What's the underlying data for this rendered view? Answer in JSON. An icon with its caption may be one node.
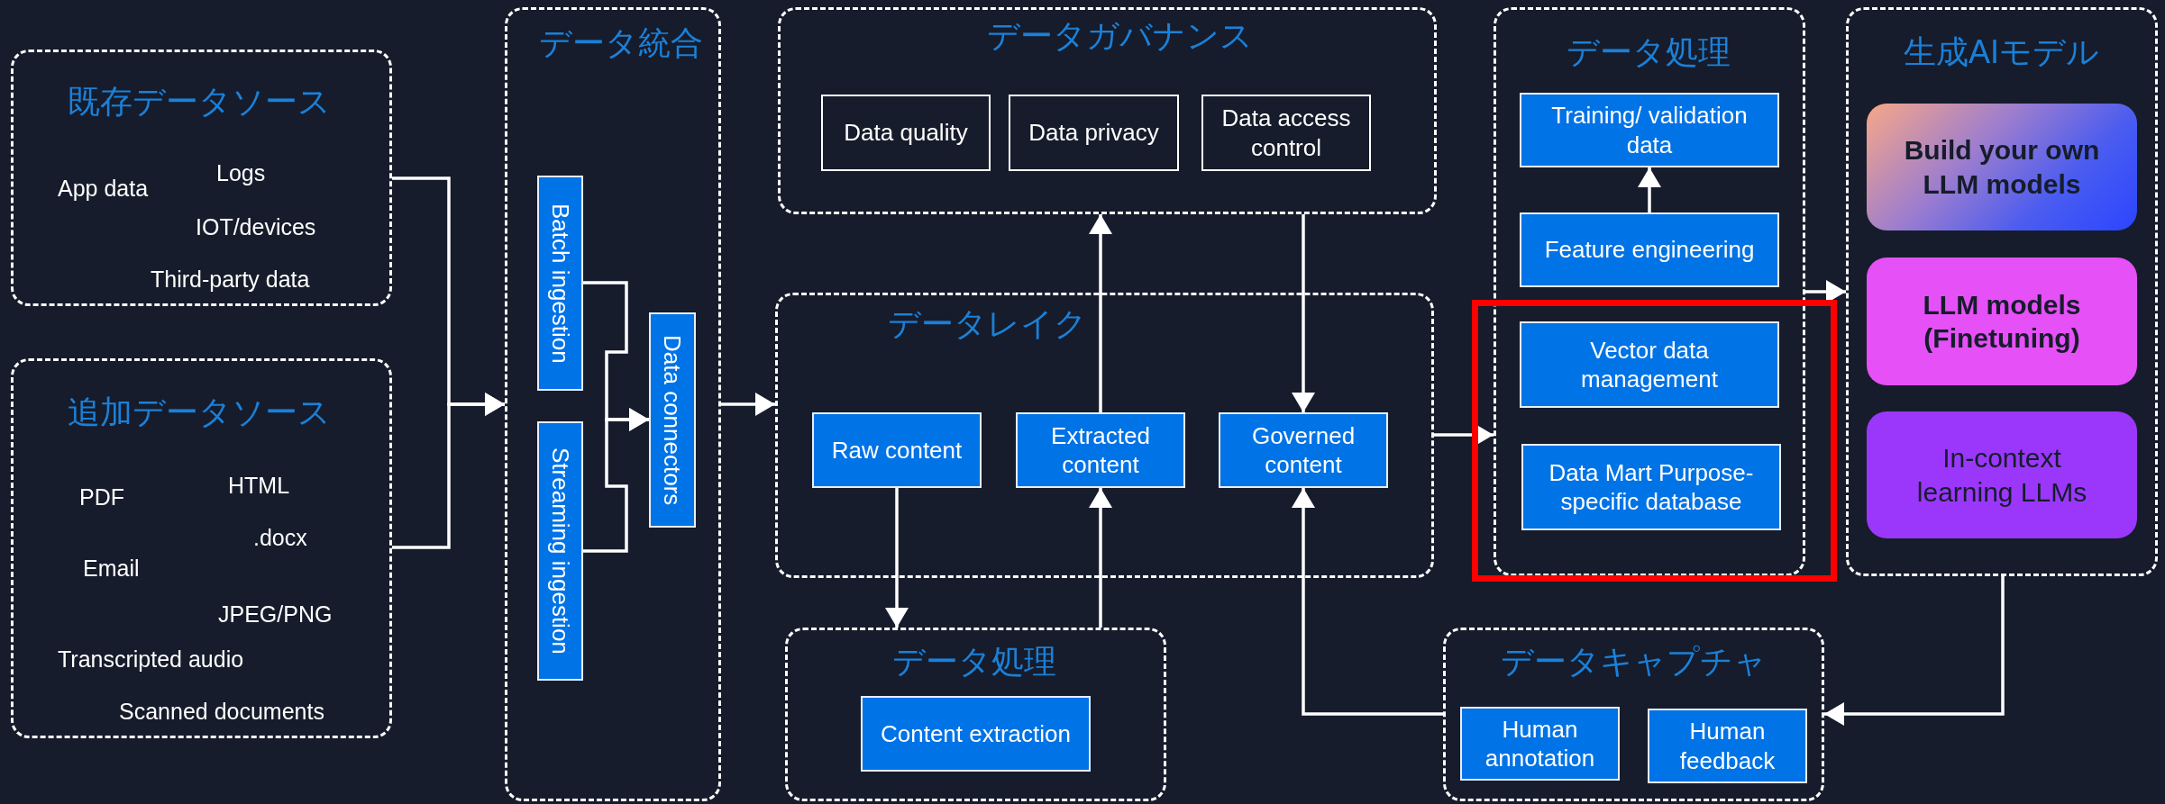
{
  "diagram": {
    "nodes": [
      {
        "text": [
          "既存データソース",
          "App data",
          "Logs",
          "IOT/devices",
          "Third-party data"
        ]
      },
      {
        "text": [
          "追加データソース",
          "PDF",
          "HTML",
          ".docx",
          "Email",
          "JPEG/PNG",
          "Transcripted audio",
          "Scanned documents"
        ]
      },
      {
        "text": [
          "データ統合"
        ]
      },
      {
        "text": [
          "Batch ingestion"
        ],
        "in": 2
      },
      {
        "text": [
          "Streaming ingestion"
        ],
        "in": 2
      },
      {
        "text": [
          "Data connectors"
        ],
        "in": 2
      },
      {
        "text": [
          "データガバナンス"
        ]
      },
      {
        "text": [
          "Data quality"
        ],
        "in": 6
      },
      {
        "text": [
          "Data privacy"
        ],
        "in": 6
      },
      {
        "text": [
          "Data access control"
        ],
        "in": 6
      },
      {
        "text": [
          "データレイク"
        ]
      },
      {
        "text": [
          "Raw content"
        ],
        "in": 10
      },
      {
        "text": [
          "Extracted content"
        ],
        "in": 10
      },
      {
        "text": [
          "Governed content"
        ],
        "in": 10
      },
      {
        "text": [
          "データ処理"
        ]
      },
      {
        "text": [
          "Content extraction"
        ],
        "in": 14
      },
      {
        "text": [
          "データ処理"
        ]
      },
      {
        "text": [
          "Training/ validation data"
        ],
        "in": 16
      },
      {
        "text": [
          "Feature engineering"
        ],
        "in": 16
      },
      {
        "text": [
          "Vector data management"
        ],
        "in": 16
      },
      {
        "text": [
          "Data Mart Purpose-specific database"
        ],
        "in": 16
      },
      {
        "text": [
          "生成AIモデル"
        ]
      },
      {
        "text": [
          "Build your own LLM models"
        ],
        "in": 21
      },
      {
        "text": [
          "LLM models (Finetuning)"
        ],
        "in": 21
      },
      {
        "text": [
          "In-context learning LLMs"
        ],
        "in": 21
      },
      {
        "text": [
          "データキャプチャ"
        ]
      },
      {
        "text": [
          "Human annotation"
        ],
        "in": 25
      },
      {
        "text": [
          "Human feedback"
        ],
        "in": 25
      }
    ],
    "edges": [
      {
        "from": 0,
        "to": 2,
        "arrow": "to"
      },
      {
        "from": 1,
        "to": 2,
        "arrow": "to"
      },
      {
        "from": 3,
        "to": 5,
        "arrow": "to"
      },
      {
        "from": 4,
        "to": 5,
        "arrow": "to"
      },
      {
        "from": 2,
        "to": 10,
        "arrow": "to"
      },
      {
        "from": 11,
        "to": 14,
        "arrow": "to"
      },
      {
        "from": 14,
        "to": 12,
        "arrow": "to"
      },
      {
        "from": 12,
        "to": 6,
        "arrow": "to"
      },
      {
        "from": 6,
        "to": 13,
        "arrow": "to"
      },
      {
        "from": 25,
        "to": 13,
        "arrow": "to"
      },
      {
        "from": 10,
        "to": 16,
        "arrow": "to"
      },
      {
        "from": 18,
        "to": 17,
        "arrow": "to"
      },
      {
        "from": 16,
        "to": 21,
        "arrow": "to"
      },
      {
        "from": 21,
        "to": 25,
        "arrow": "to"
      }
    ]
  }
}
